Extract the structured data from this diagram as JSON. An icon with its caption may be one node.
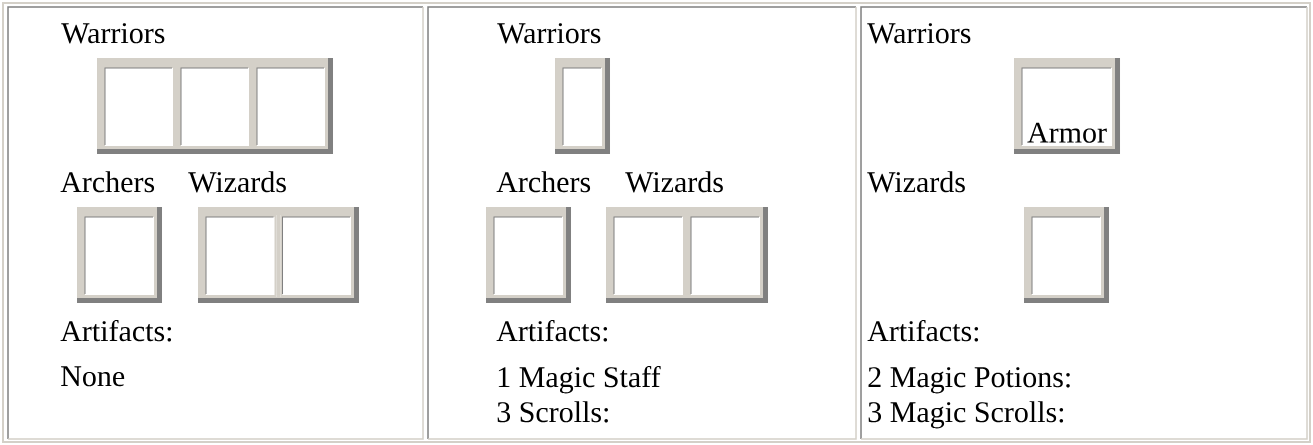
{
  "diagram": {
    "nodes": [
      {
        "text": [
          "Warriors",
          "Archers",
          "Wizards",
          "Artifacts:",
          "None"
        ]
      },
      {
        "text": [],
        "shape": "box",
        "in": 0
      },
      {
        "text": [],
        "shape": "box",
        "in": 1
      },
      {
        "text": [],
        "shape": "box",
        "in": 1
      },
      {
        "text": [],
        "shape": "box",
        "in": 1
      },
      {
        "text": [],
        "shape": "box",
        "in": 0
      },
      {
        "text": [],
        "shape": "box",
        "in": 5
      },
      {
        "text": [],
        "shape": "box",
        "in": 0
      },
      {
        "text": [],
        "shape": "box",
        "in": 7
      },
      {
        "text": [],
        "shape": "box",
        "in": 7
      },
      {
        "text": [
          "Warriors",
          "Archers",
          "Wizards",
          "Artifacts:",
          "1 Magic Staff",
          "3 Scrolls:"
        ]
      },
      {
        "text": [],
        "shape": "box",
        "in": 10
      },
      {
        "text": [],
        "shape": "box",
        "in": 11
      },
      {
        "text": [],
        "shape": "box",
        "in": 10
      },
      {
        "text": [],
        "shape": "box",
        "in": 13
      },
      {
        "text": [],
        "shape": "box",
        "in": 10
      },
      {
        "text": [],
        "shape": "box",
        "in": 15
      },
      {
        "text": [],
        "shape": "box",
        "in": 15
      },
      {
        "text": [
          "Warriors",
          "Wizards",
          "Artifacts:",
          "2 Magic Potions:",
          "3 Magic Scrolls:"
        ]
      },
      {
        "text": [],
        "shape": "box",
        "in": 18
      },
      {
        "text": [
          "Armor"
        ],
        "in": 19
      },
      {
        "text": [],
        "shape": "box",
        "in": 18
      },
      {
        "text": [],
        "shape": "box",
        "in": 21
      }
    ]
  }
}
